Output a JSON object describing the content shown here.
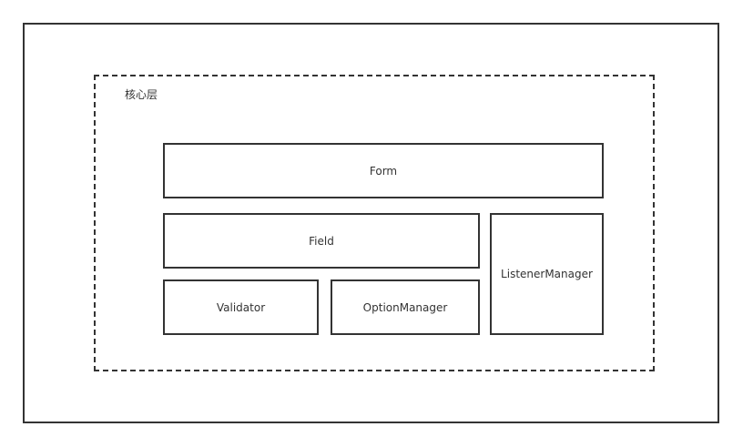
{
  "diagram": {
    "layer": {
      "title": "核心层"
    },
    "modules": {
      "form": "Form",
      "field": "Field",
      "listener_manager": "ListenerManager",
      "validator": "Validator",
      "option_manager": "OptionManager"
    }
  }
}
